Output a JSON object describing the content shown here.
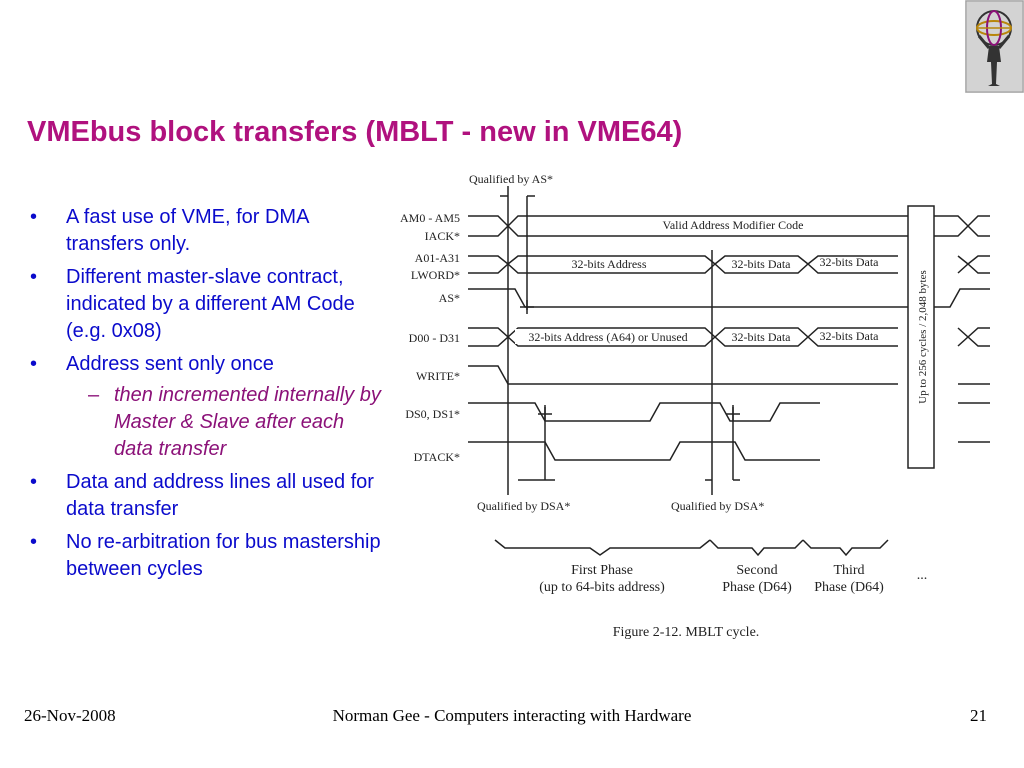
{
  "slide": {
    "title": "VMEbus block transfers (MBLT - new in VME64)",
    "bullets": [
      "A fast use of VME, for DMA transfers only.",
      "Different master-slave contract, indicated by a different AM Code",
      "(e.g. 0x08)",
      "Address sent only once",
      "Data and address lines all used for data transfer",
      "No re-arbitration for bus mastership between cycles"
    ],
    "sub_bullet": "then incremented internally by Master & Slave after each data transfer"
  },
  "diagram": {
    "qualified_as": "Qualified by AS*",
    "qualified_dsa_1": "Qualified by DSA*",
    "qualified_dsa_2": "Qualified by DSA*",
    "signals": [
      "AM0 - AM5",
      "IACK*",
      "A01-A31",
      "LWORD*",
      "AS*",
      "D00 - D31",
      "WRITE*",
      "DS0, DS1*",
      "DTACK*"
    ],
    "box_labels": {
      "am": "Valid Address Modifier Code",
      "addr": "32-bits Address",
      "addr_data1": "32-bits Data",
      "addr_data2": "32-bits Data",
      "data_addr": "32-bits Address (A64) or Unused",
      "data1": "32-bits Data",
      "data2": "32-bits Data"
    },
    "vertical_note": "Up to 256 cycles / 2,048 bytes",
    "phases": {
      "first_1": "First Phase",
      "first_2": "(up to 64-bits address)",
      "second_1": "Second",
      "second_2": "Phase (D64)",
      "third_1": "Third",
      "third_2": "Phase (D64)",
      "ellipsis": "..."
    },
    "caption": "Figure 2-12.  MBLT cycle."
  },
  "footer": {
    "date": "26-Nov-2008",
    "center": "Norman Gee - Computers interacting with Hardware",
    "page": "21"
  },
  "colors": {
    "title": "#b0117e",
    "bullets": "#0b0bcc",
    "sub_bullet": "#8b1178"
  },
  "icons": [
    "atlas-logo-icon"
  ]
}
